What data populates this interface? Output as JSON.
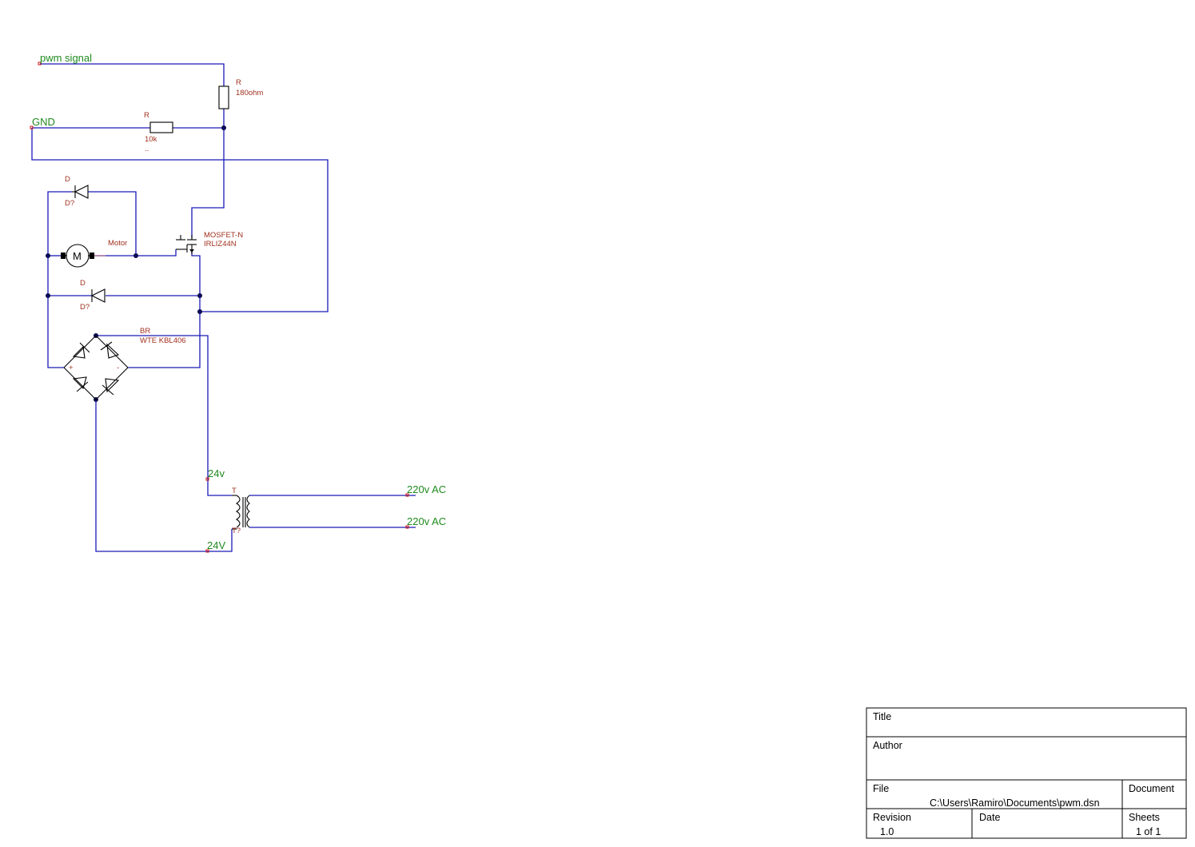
{
  "nets": {
    "pwm": "pwm signal",
    "gnd": "GND",
    "v24a": "24v",
    "v24b": "24V",
    "ac1": "220v AC",
    "ac2": "220v AC"
  },
  "parts": {
    "r1": {
      "ref": "R",
      "value": "180ohm"
    },
    "r2": {
      "ref": "R",
      "value": "10k",
      "extra": ".."
    },
    "d1": {
      "ref": "D",
      "value": "D?"
    },
    "d2": {
      "ref": "D",
      "value": "D?"
    },
    "motor": {
      "ref": "Motor",
      "glyph": "M"
    },
    "mosfet": {
      "ref": "MOSFET-N",
      "value": "IRLIZ44N"
    },
    "bridge": {
      "ref": "BR",
      "value": "WTE KBL406",
      "plus": "+",
      "minus": "-"
    },
    "transformer": {
      "ref": "T",
      "value": "T?"
    }
  },
  "title_block": {
    "title_label": "Title",
    "title_value": "",
    "author_label": "Author",
    "author_value": "",
    "file_label": "File",
    "file_value": "C:\\Users\\Ramiro\\Documents\\pwm.dsn",
    "document_label": "Document",
    "document_value": "",
    "revision_label": "Revision",
    "revision_value": "1.0",
    "date_label": "Date",
    "date_value": "",
    "sheets_label": "Sheets",
    "sheets_value": "1 of 1"
  },
  "colors": {
    "wire": "#1a1ab8",
    "net_label": "#1e8a1e",
    "component_label": "#a0301e",
    "junction": "#0a0a55",
    "terminal": "#d21414"
  }
}
